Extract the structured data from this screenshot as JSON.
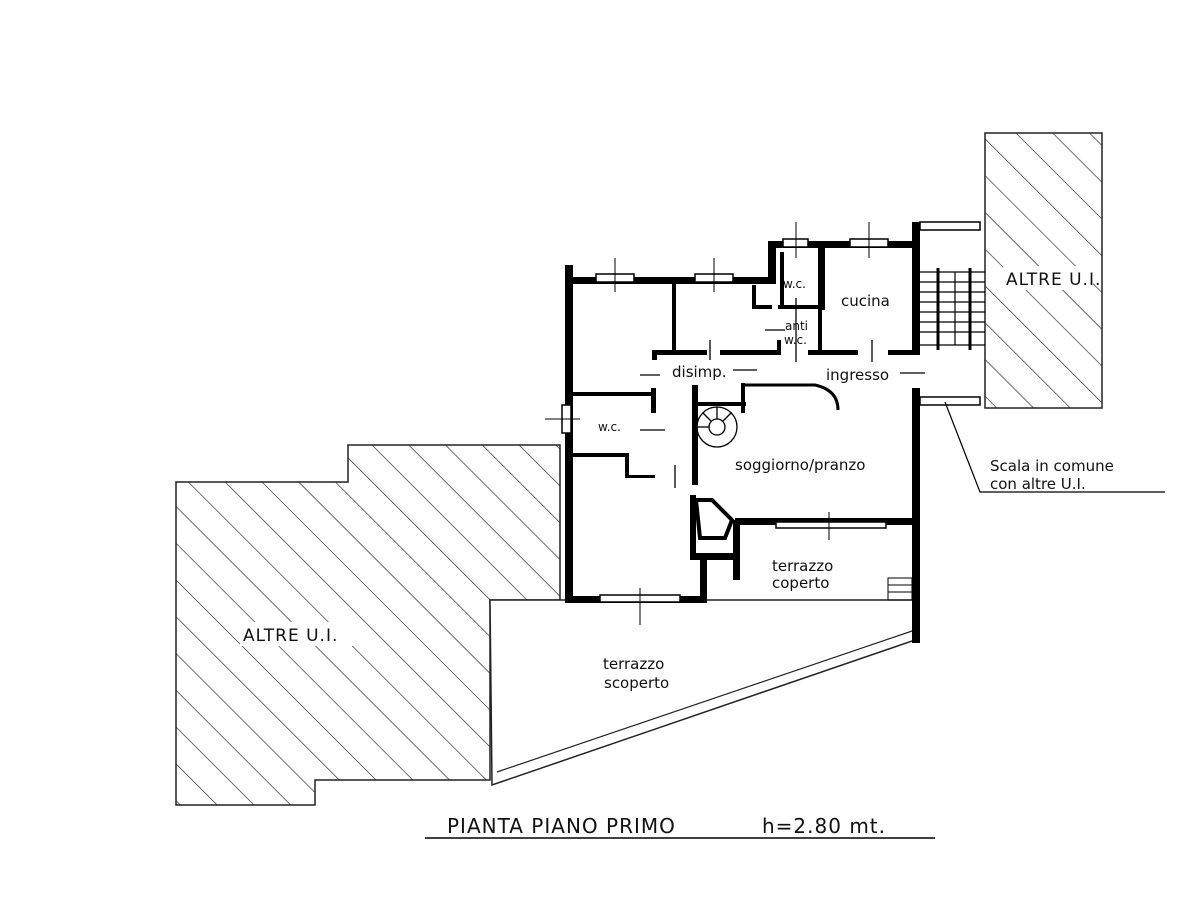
{
  "title": "PIANTA PIANO PRIMO",
  "height_label": "h=2.80 mt.",
  "rooms": {
    "wc_top": "w.c.",
    "cucina": "cucina",
    "anti": "anti",
    "anti_wc": "w.c.",
    "disimp": "disimp.",
    "ingresso": "ingresso",
    "wc_left": "w.c.",
    "soggiorno": "soggiorno/pranzo",
    "terrazzo_coperto_1": "terrazzo",
    "terrazzo_coperto_2": "coperto",
    "terrazzo_scoperto_1": "terrazzo",
    "terrazzo_scoperto_2": "scoperto"
  },
  "zones": {
    "altre_right": "ALTRE U.I.",
    "altre_left": "ALTRE U.I."
  },
  "annotation": {
    "line1": "Scala in comune",
    "line2": "con altre U.I."
  }
}
